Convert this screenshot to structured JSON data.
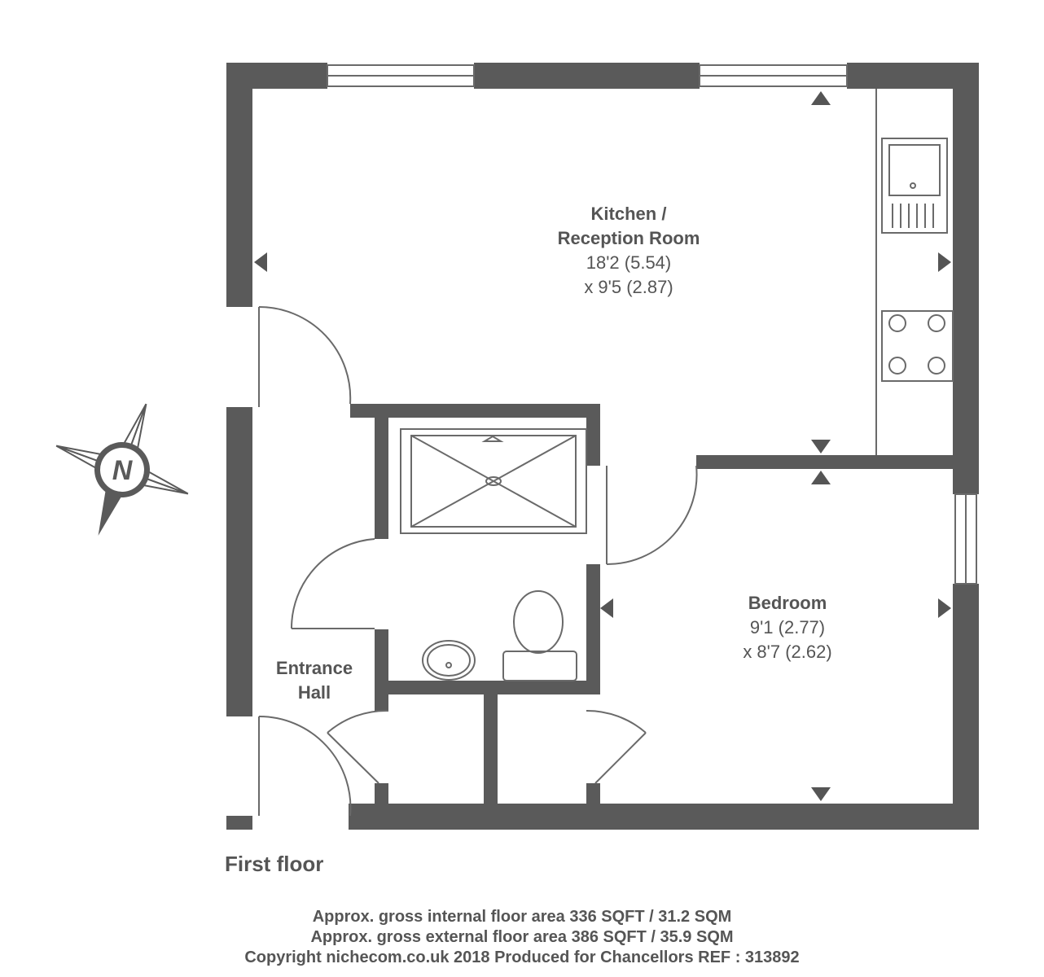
{
  "rooms": {
    "kitchen": {
      "name_line1": "Kitchen /",
      "name_line2": "Reception Room",
      "dim1": "18'2 (5.54)",
      "dim2": "x 9'5 (2.87)"
    },
    "bedroom": {
      "name": "Bedroom",
      "dim1": "9'1 (2.77)",
      "dim2": "x 8'7 (2.62)"
    },
    "hall": {
      "name_line1": "Entrance",
      "name_line2": "Hall"
    }
  },
  "compass": {
    "letter": "N",
    "icon": "north-compass-icon"
  },
  "floor_label": "First floor",
  "footer": {
    "internal_area": "Approx. gross internal floor area 336 SQFT / 31.2 SQM",
    "external_area": "Approx. gross external floor area 386 SQFT / 35.9 SQM",
    "copyright": "Copyright nichecom.co.uk 2018 Produced for Chancellors REF : 313892"
  },
  "colors": {
    "wall": "#5a5a5a",
    "line": "#6a6a6a",
    "text": "#555555",
    "background": "#ffffff"
  }
}
